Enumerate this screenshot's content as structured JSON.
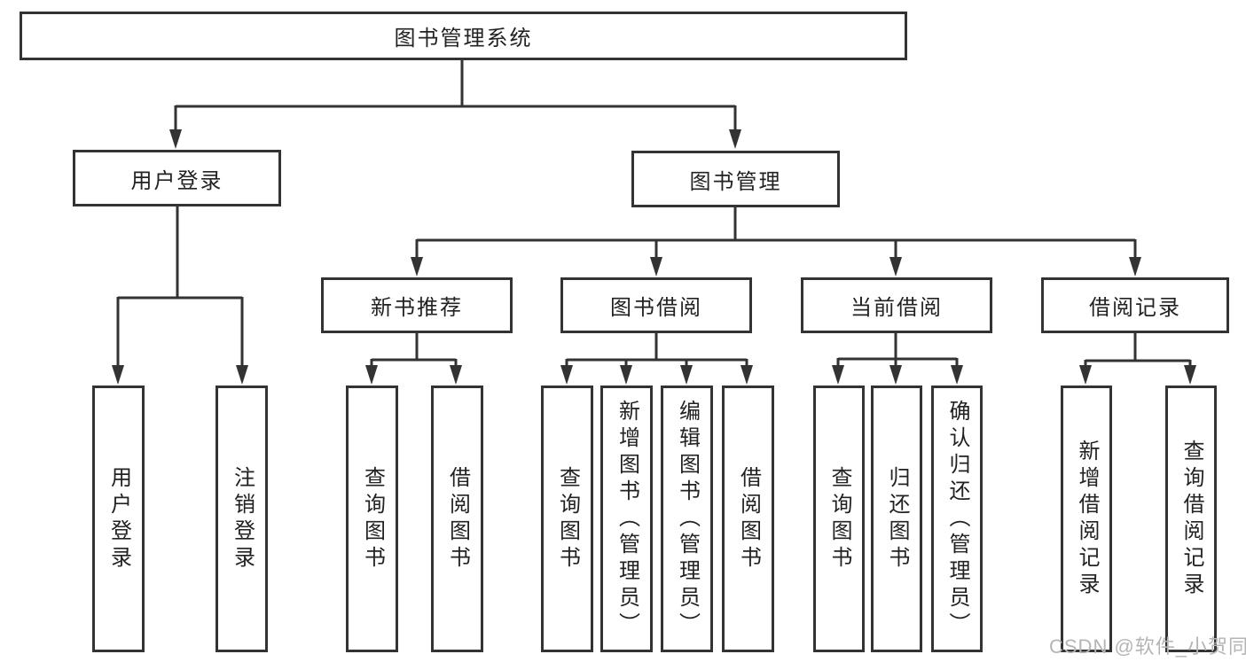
{
  "root": {
    "label": "图书管理系统"
  },
  "branches": [
    {
      "label": "用户登录",
      "children": [
        {
          "label": "用户登录"
        },
        {
          "label": "注销登录"
        }
      ]
    },
    {
      "label": "图书管理",
      "children": [
        {
          "label": "新书推荐",
          "children": [
            {
              "label": "查询图书"
            },
            {
              "label": "借阅图书"
            }
          ]
        },
        {
          "label": "图书借阅",
          "children": [
            {
              "label": "查询图书"
            },
            {
              "label": "新增图书（管理员）"
            },
            {
              "label": "编辑图书（管理员）"
            },
            {
              "label": "借阅图书"
            }
          ]
        },
        {
          "label": "当前借阅",
          "children": [
            {
              "label": "查询图书"
            },
            {
              "label": "归还图书"
            },
            {
              "label": "确认归还（管理员）"
            }
          ]
        },
        {
          "label": "借阅记录",
          "children": [
            {
              "label": "新增借阅记录"
            },
            {
              "label": "查询借阅记录"
            }
          ]
        }
      ]
    }
  ],
  "watermark": {
    "text": "CSDN @软件_小贺同学"
  },
  "colors": {
    "line": "#333333",
    "text": "#222222",
    "watermark_text": "#b5b5b5",
    "background": "#ffffff"
  }
}
